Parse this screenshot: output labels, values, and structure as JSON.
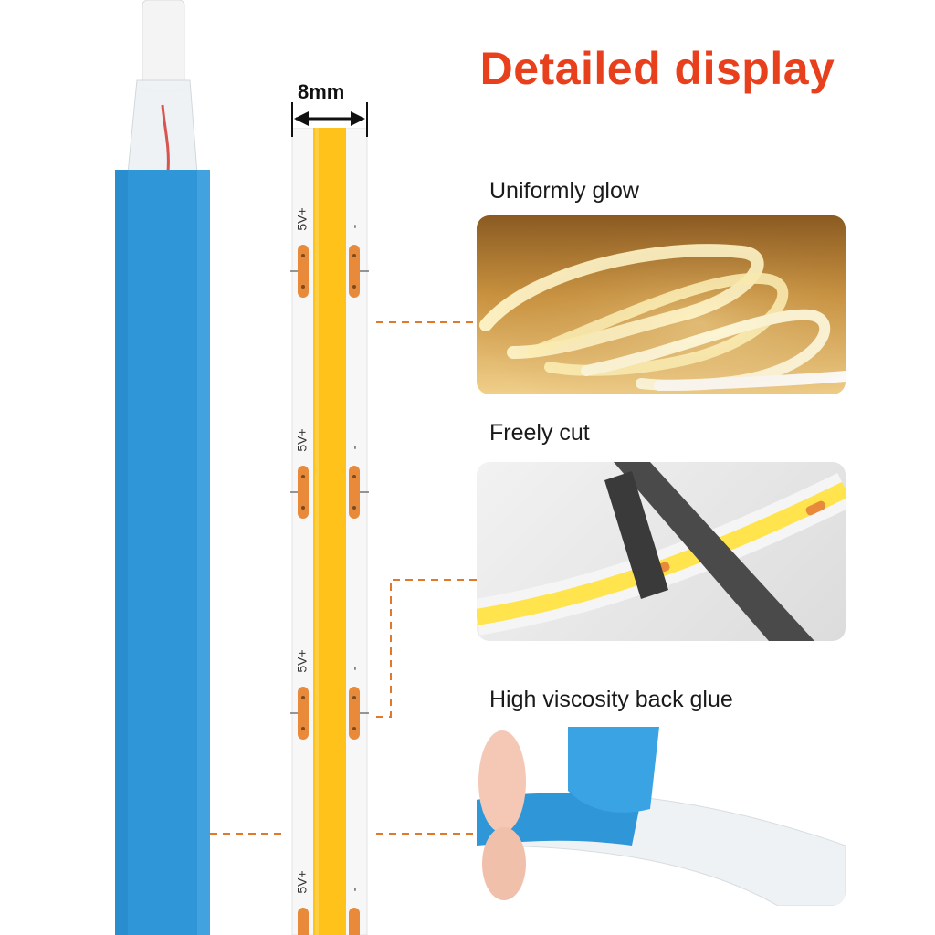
{
  "header": {
    "title": "Detailed display"
  },
  "dimension": {
    "width_label": "8mm"
  },
  "strip": {
    "positive_label": "5V+",
    "negative_label": "-"
  },
  "features": [
    {
      "label": "Uniformly glow"
    },
    {
      "label": "Freely cut"
    },
    {
      "label": "High viscosity back glue"
    }
  ],
  "colors": {
    "title": "#e8401c",
    "leader_line": "#e07a2a",
    "strip_blue": "#2f96d8",
    "cob_yellow": "#ffc21a",
    "pad_orange": "#e88a3a"
  }
}
